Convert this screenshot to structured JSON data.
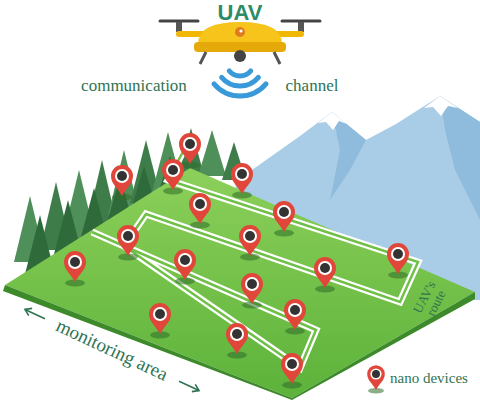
{
  "diagram": {
    "labels": [
      "UAV",
      "communication",
      "channel",
      "monitoring area",
      "UAV's route"
    ],
    "legend": [
      {
        "text": "nano devices"
      }
    ]
  }
}
